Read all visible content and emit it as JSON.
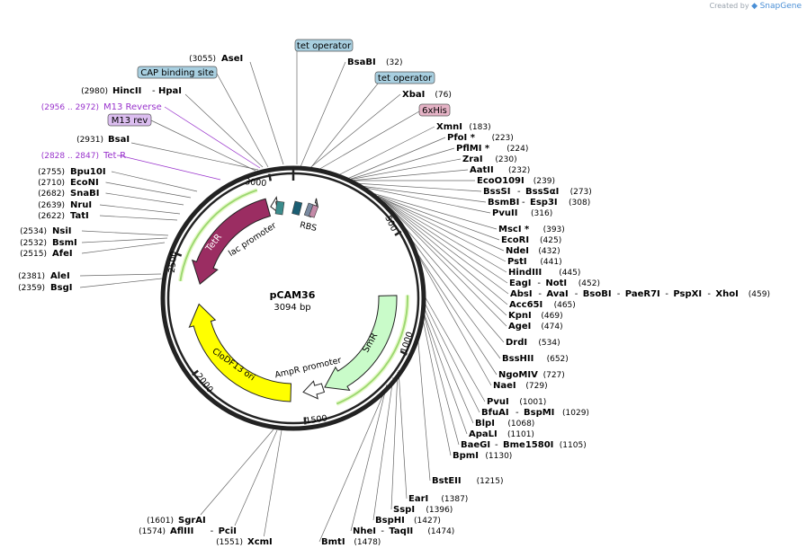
{
  "brand": {
    "created_by": "Created by",
    "app": "SnapGene",
    "icon": "snapgene-logo-icon"
  },
  "plasmid": {
    "name": "pCAM36",
    "length_label": "3094 bp",
    "length": 3094
  },
  "colors": {
    "tetR": "#9b2d62",
    "smR": "#c9fbc9",
    "ori": "#ffff00",
    "promoter": "#ffffff",
    "primer": "#9933cc",
    "feature_box": "#a8cfe0",
    "his_box": "#e6b3c6",
    "m13_box": "#dcbef0",
    "sequence_features": [
      "#3b8c8c",
      "#1b5e73",
      "#7a8aa0",
      "#c48aa8"
    ]
  },
  "ticks": [
    {
      "label": "500",
      "pos": 500
    },
    {
      "label": "1000",
      "pos": 1000
    },
    {
      "label": "1500",
      "pos": 1500
    },
    {
      "label": "2000",
      "pos": 2000
    },
    {
      "label": "2500",
      "pos": 2500
    },
    {
      "label": "3000",
      "pos": 3000
    }
  ],
  "features": [
    {
      "name": "TetR",
      "label": "TetR",
      "type": "cds",
      "start": 2395,
      "end": 2960,
      "strand": -1,
      "color": "#9b2d62"
    },
    {
      "name": "SmR",
      "label": "SmR",
      "type": "cds",
      "start": 760,
      "end": 1380,
      "strand": 1,
      "color": "#c9fbc9"
    },
    {
      "name": "CloDF13 ori",
      "label": "CloDF13 ori",
      "type": "ori",
      "start": 1560,
      "end": 2290,
      "strand": 1,
      "color": "#ffff00"
    },
    {
      "name": "AmpR promoter",
      "label": "AmpR promoter",
      "type": "promoter",
      "start": 1390,
      "end": 1495,
      "strand": 1,
      "color": "#ffffff"
    },
    {
      "name": "lac promoter",
      "label": "lac promoter",
      "type": "promoter",
      "start": 2975,
      "end": 3006,
      "strand": -1,
      "color": "#ffffff"
    },
    {
      "name": "RBS",
      "label": "RBS",
      "type": "rbs",
      "start": 120,
      "end": 130,
      "strand": 1,
      "color": "#ffffff"
    }
  ],
  "left_labels": [
    {
      "pos": "(3055)",
      "name": "AseI"
    },
    {
      "pos": "(2980)",
      "name": "HincII",
      "name2": "HpaI"
    },
    {
      "pos": "(2956 .. 2972)",
      "name": "M13 Reverse",
      "kind": "primer"
    },
    {
      "name": "M13 rev",
      "kind": "m13box"
    },
    {
      "pos": "(2931)",
      "name": "BsaI"
    },
    {
      "pos": "(2828 .. 2847)",
      "name": "Tet-R",
      "kind": "primer"
    },
    {
      "pos": "(2755)",
      "name": "Bpu10I"
    },
    {
      "pos": "(2710)",
      "name": "EcoNI"
    },
    {
      "pos": "(2682)",
      "name": "SnaBI"
    },
    {
      "pos": "(2639)",
      "name": "NruI"
    },
    {
      "pos": "(2622)",
      "name": "TatI"
    },
    {
      "pos": "(2534)",
      "name": "NsiI"
    },
    {
      "pos": "(2532)",
      "name": "BsmI"
    },
    {
      "pos": "(2515)",
      "name": "AfeI"
    },
    {
      "pos": "(2381)",
      "name": "AleI"
    },
    {
      "pos": "(2359)",
      "name": "BsgI"
    }
  ],
  "top_boxes": [
    {
      "name": "tet operator",
      "kind": "featurebox"
    },
    {
      "name": "CAP binding site",
      "kind": "featurebox"
    },
    {
      "name": "tet operator",
      "kind": "featurebox"
    },
    {
      "name": "6xHis",
      "kind": "hisbox"
    }
  ],
  "right_labels": [
    {
      "name": "BsaBI",
      "pos": "(32)"
    },
    {
      "name": "XbaI",
      "pos": "(76)"
    },
    {
      "name": "XmnI",
      "pos": "(183)"
    },
    {
      "name": "PfoI *",
      "pos": "(223)"
    },
    {
      "name": "PflMI *",
      "pos": "(224)"
    },
    {
      "name": "ZraI",
      "pos": "(230)"
    },
    {
      "name": "AatII",
      "pos": "(232)"
    },
    {
      "name": "EcoO109I",
      "pos": "(239)"
    },
    {
      "name": "BssSI",
      "name2": "BssSαI",
      "pos": "(273)"
    },
    {
      "name": "BsmBI",
      "name2": "Esp3I",
      "pos": "(308)"
    },
    {
      "name": "PvuII",
      "pos": "(316)"
    },
    {
      "name": "MscI *",
      "pos": "(393)"
    },
    {
      "name": "EcoRI",
      "pos": "(425)"
    },
    {
      "name": "NdeI",
      "pos": "(432)"
    },
    {
      "name": "PstI",
      "pos": "(441)"
    },
    {
      "name": "HindIII",
      "pos": "(445)"
    },
    {
      "name": "EagI",
      "name2": "NotI",
      "pos": "(452)"
    },
    {
      "name": "AbsI",
      "name2": "AvaI",
      "name3": "BsoBI",
      "name4": "PaeR7I",
      "name5": "PspXI",
      "name6": "XhoI",
      "pos": "(459)"
    },
    {
      "name": "Acc65I",
      "pos": "(465)"
    },
    {
      "name": "KpnI",
      "pos": "(469)"
    },
    {
      "name": "AgeI",
      "pos": "(474)"
    },
    {
      "name": "DrdI",
      "pos": "(534)"
    },
    {
      "name": "BssHII",
      "pos": "(652)"
    },
    {
      "name": "NgoMIV",
      "pos": "(727)"
    },
    {
      "name": "NaeI",
      "pos": "(729)"
    },
    {
      "name": "PvuI",
      "pos": "(1001)"
    },
    {
      "name": "BfuAI",
      "name2": "BspMI",
      "pos": "(1029)"
    },
    {
      "name": "BlpI",
      "pos": "(1068)"
    },
    {
      "name": "ApaLI",
      "pos": "(1101)"
    },
    {
      "name": "BaeGI",
      "name2": "Bme1580I",
      "pos": "(1105)"
    },
    {
      "name": "BpmI",
      "pos": "(1130)"
    },
    {
      "name": "BstEII",
      "pos": "(1215)"
    },
    {
      "name": "EarI",
      "pos": "(1387)"
    },
    {
      "name": "SspI",
      "pos": "(1396)"
    },
    {
      "name": "BspHI",
      "pos": "(1427)"
    },
    {
      "name": "NheI",
      "name2": "TaqII",
      "pos": "(1474)"
    },
    {
      "name": "BmtI",
      "pos": "(1478)"
    }
  ],
  "bottom_labels": [
    {
      "pos": "(1601)",
      "name": "SgrAI"
    },
    {
      "pos": "(1574)",
      "name": "AflIII",
      "name2": "PciI"
    },
    {
      "pos": "(1551)",
      "name": "XcmI"
    }
  ]
}
